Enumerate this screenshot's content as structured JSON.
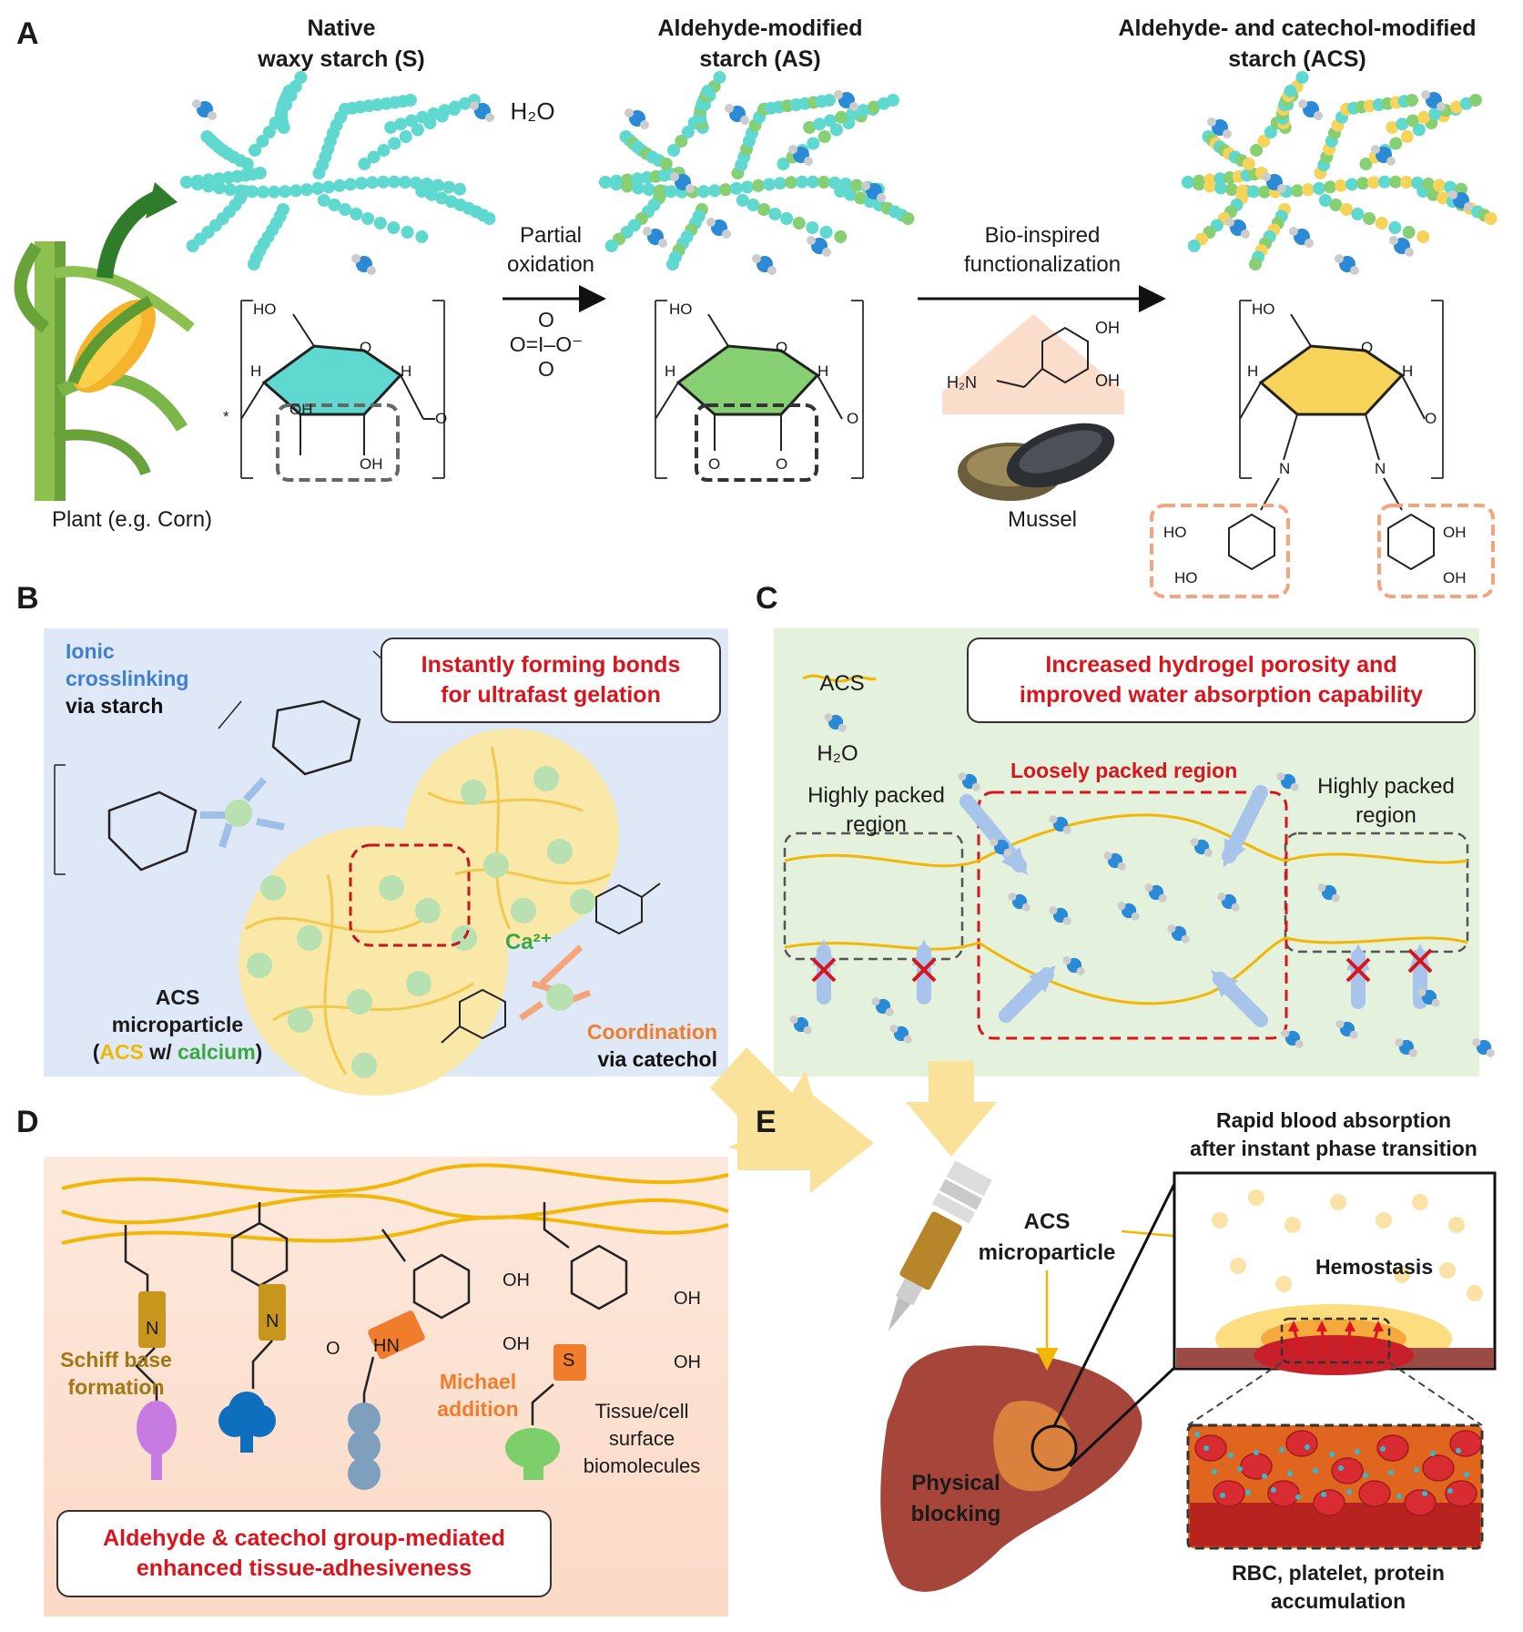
{
  "panels": {
    "a": "A",
    "b": "B",
    "c": "C",
    "d": "D",
    "e": "E"
  },
  "panel_a": {
    "native_title_1": "Native",
    "native_title_2": "waxy starch (S)",
    "as_title_1": "Aldehyde-modified",
    "as_title_2": "starch (AS)",
    "acs_title_1": "Aldehyde- and catechol-modified",
    "acs_title_2": "starch (ACS)",
    "water": "H₂O",
    "plant": "Plant (e.g. Corn)",
    "step1_1": "Partial",
    "step1_2": "oxidation",
    "step2_1": "Bio-inspired",
    "step2_2": "functionalization",
    "mussel": "Mussel",
    "periodate_o_top": "O",
    "periodate_mid": "O=I–O⁻",
    "periodate_o_bot": "O",
    "dopamine_oh1": "OH",
    "dopamine_oh2": "OH",
    "dopamine_nh2": "H₂N",
    "ho": "HO",
    "oh": "OH",
    "h": "H",
    "o": "O",
    "n": "N",
    "star": "*"
  },
  "panel_b": {
    "ionic_1": "Ionic",
    "ionic_2": "crosslinking",
    "ionic_3": "via starch",
    "box_1": "Instantly forming bonds",
    "box_2": "for ultrafast gelation",
    "ca": "Ca²⁺",
    "micro_1": "ACS",
    "micro_2": "microparticle",
    "micro_3a": "(",
    "micro_3b": "ACS",
    "micro_3c": " w/ ",
    "micro_3d": "calcium",
    "micro_3e": ")",
    "coord_1": "Coordination",
    "coord_2": "via catechol"
  },
  "panel_c": {
    "acs": "ACS",
    "water": "H₂O",
    "box_1": "Increased hydrogel porosity and",
    "box_2": "improved water absorption capability",
    "loose": "Loosely packed region",
    "high_1": "Highly packed",
    "high_2": "region"
  },
  "panel_d": {
    "schiff_1": "Schiff base",
    "schiff_2": "formation",
    "michael_1": "Michael",
    "michael_2": "addition",
    "tissue_1": "Tissue/cell",
    "tissue_2": "surface",
    "tissue_3": "biomolecules",
    "box_1": "Aldehyde & catechol group-mediated",
    "box_2": "enhanced tissue-adhesiveness",
    "n": "N",
    "hn": "HN",
    "s": "S",
    "o": "O",
    "oh": "OH"
  },
  "panel_e": {
    "title_1": "Rapid blood absorption",
    "title_2": "after instant phase transition",
    "micro_1": "ACS",
    "micro_2": "microparticle",
    "hemostasis": "Hemostasis",
    "block_1": "Physical",
    "block_2": "blocking",
    "rbc_1": "RBC, platelet, protein",
    "rbc_2": "accumulation"
  },
  "colors": {
    "starch_cyan": "#5fd8d0",
    "as_green": "#86cf72",
    "acs_yellow": "#f7d35a",
    "red_text": "#d8141c",
    "orange": "#f07d2c",
    "blue_text": "#3f7fd0",
    "green_text": "#3ba83f",
    "yellow_text": "#f2b705",
    "panel_b_bg": "#dfe8f6",
    "panel_c_bg": "#e4f1dc",
    "panel_d_bg": "#fbe4d6",
    "arrow_yellow": "#fbe29a",
    "water_blue": "#2a8ad6"
  }
}
